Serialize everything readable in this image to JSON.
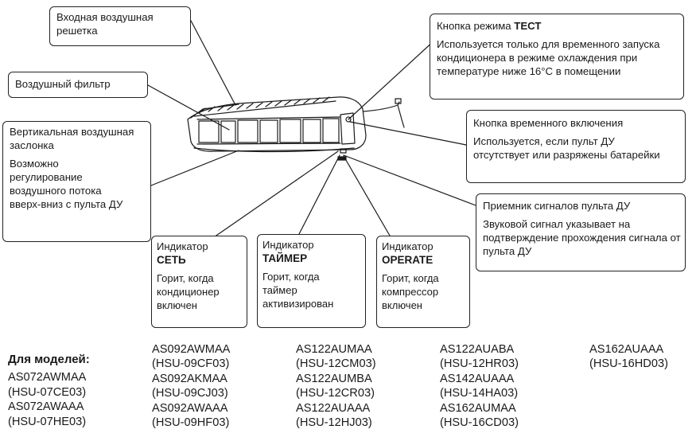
{
  "callouts": {
    "inlet_grille": {
      "text": "Входная воздушная решетка"
    },
    "air_filter": {
      "text": "Воздушный фильтр"
    },
    "vertical_flap": {
      "title": "Вертикальная воздушная заслонка",
      "desc": "Возможно регулирование воздушного потока вверх-вниз с пульта ДУ"
    },
    "test_button": {
      "title_prefix": "Кнопка режима ",
      "title_bold": "ТЕСТ",
      "desc": "Используется только для временного запуска кондиционера в режиме охлаждения при температуре ниже 16°С в помещении"
    },
    "temp_on_button": {
      "title": "Кнопка временного включения",
      "desc": "Используется, если пульт ДУ отсутствует или разряжены батарейки"
    },
    "receiver": {
      "title": "Приемник сигналов пульта ДУ",
      "desc": "Звуковой сигнал указывает на подтверждение прохождения сигнала от пульта ДУ"
    },
    "power_indicator": {
      "label": "Индикатор",
      "name": "СЕТЬ",
      "desc": "Горит, когда кондиционер включен"
    },
    "timer_indicator": {
      "label": "Индикатор",
      "name": "ТАЙМЕР",
      "desc": "Горит, когда таймер активизирован"
    },
    "operate_indicator": {
      "label": "Индикатор",
      "name": "OPERATE",
      "desc": "Горит, когда компрессор включен"
    }
  },
  "models": {
    "title": "Для моделей:",
    "col1": [
      "AS072AWMAA",
      "(HSU-07CE03)",
      "AS072AWAAA",
      "(HSU-07HE03)"
    ],
    "col2": [
      "AS092AWMAA",
      "(HSU-09CF03)",
      "AS092AKMAA",
      "(HSU-09CJ03)",
      "AS092AWAAA",
      "(HSU-09HF03)"
    ],
    "col3": [
      "AS122AUMAA",
      "(HSU-12CM03)",
      "AS122AUMBA",
      "(HSU-12CR03)",
      "AS122AUAAA",
      "(HSU-12HJ03)"
    ],
    "col4": [
      "AS122AUABA",
      "(HSU-12HR03)",
      "AS142AUAAA",
      "(HSU-14HA03)",
      "AS162AUMAA",
      "(HSU-16CD03)"
    ],
    "col5": [
      "AS162AUAAA",
      "(HSU-16HD03)"
    ]
  }
}
